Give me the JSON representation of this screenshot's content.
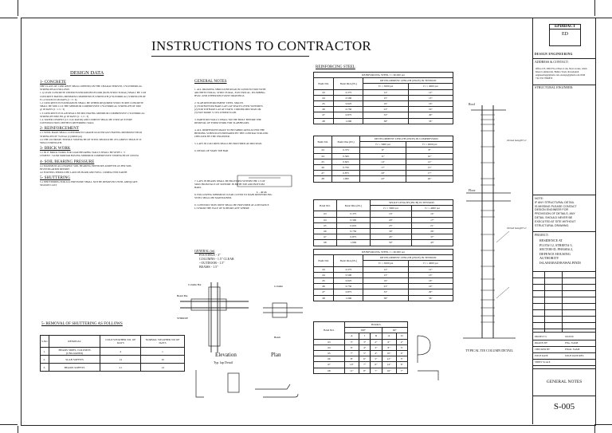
{
  "title": "INSTRUCTIONS TO CONTRACTOR",
  "design_data": {
    "heading": "DESIGN DATA",
    "sections": [
      {
        "title": "1- CONCRETE",
        "lines": [
          "THE CLASS OF CONCRETE SHALL DEPEND ON THE CHARACTERISTIC CYLINDERICAL",
          "STRENGTH AS FOLLOWS",
          "1.1) LEAN CONCRETE UNDER FOUNDATIONS/FLOOR (NON-STRUCTURAL) SHALL BE 1:4:8",
          "CONCRETE HAVING MINIMUM COMPRESSIVE STRENGTH (CYLINDRICAL) STRENGTH OF",
          "Fc=2.50 KSI IN 28 DAYS (1 : 3 : 6)",
          "",
          "1.2 CONCRETE IN FOUNDATION SHALL BE OTHER REQUIRED STRUCTURES CONCRETE",
          "SHALL BE MIX 1:2:4 THE MINIMUM COMPRESSIVE CYLINDRICAL STRENGTH OF 3000",
          "@ 28 DAYS (1 : 1.5 : 3)",
          "",
          "1.3 CONCRETE IN SLAB SHALL BE MIX HAVING MINIMUM COMPRESSIVE CYLINDRICAL",
          "STRENGTH 3000 PSI @ 28 DAYS (1 : 1.5 : 3)",
          "",
          "1.4. WATER CEMENT (1/C 0.45 RATIO) AND CEMENT SHALL BE USED AT EVERY",
          "CONSTRUCTION. DEPTH IS REFERRING WALL"
        ]
      },
      {
        "title": "2- REINFORCEMENT",
        "lines": [
          "2.1 STEEL BARS SHALL CONFORM TO GRADE 60 ASTM A615 HAVING MINIMUM YIELD",
          "STRENGTH OF 75.00 ksi (2 (60000 psi)",
          "",
          "2.2 THE ULTIMATE TENSILE STRENGTH OF STEEL SHOULD BE 25% ABOVE THAN IT IS",
          "YIELD STRENGTH."
        ]
      },
      {
        "title": "3- BRICK WORK",
        "lines": [
          "3.1 IN 9\" BRICK WORK FOR LOAD BEARING WALLS SHALL BE WITH 1 : 5",
          "CEMENT : SAND MORTAR HAVING MINIMUM COMPRESSIVE STRENGTH OF 1000 Psi"
        ]
      },
      {
        "title": "4- SOIL BEARING PRESSURE",
        "lines": [
          "4.1 MAXIMUM ALLOWABLE SOIL BEARING PRESSURE ADOPTED AS PER SOIL",
          "INVESTIGATION REPORT",
          "4.2 FOOTING SHOULD BE LAID ON HARD AND WELL COMPACTED EARTH"
        ]
      },
      {
        "title": "5- SHUTTERING",
        "lines": [
          "5.1 SHUTTERING FOR ALL PRESSURE SHALL NOT BE REMOVED UNTIL ADEQUATE",
          "SEASON CAST"
        ]
      }
    ]
  },
  "general_notes": {
    "heading": "GENERAL NOTES",
    "items": [
      {
        "n": "1.",
        "lines": [
          "ALL DRAWING SHOULD BE READ IN CONJUNCTION WITH",
          "ARCHITECTURAL, STRUCTURAL, ELECTRICAL, PLUMBING,",
          "HVAC AND OTHER RELEVANT DRAWINGS."
        ]
      },
      {
        "n": "2.",
        "lines": [
          "SLAB REINFORCEMENT STEEL SPACES",
          "(1) FOR BOTTOM BARS LAP LAY SPACES OVER SUPPORTS",
          "(2) FOR TOP BARS LAP AT STATIC CORNER MID SPAN OR",
          "(3) NOT MORE % 50% UNDER SLAB."
        ]
      },
      {
        "n": "3.",
        "lines": [
          "PARTITION WALLS SHALL NOT BE BUILT BEFORE THE",
          "REMOVAL OF FORM WORK FOR SLAB/BEAMS."
        ]
      },
      {
        "n": "4.",
        "lines": [
          "ALL DIMENSIONS MAKE TO BE FABRICATED AS PER THE",
          "BENDING SCHEDULES PREPARED BY THE CONTRACTOR AND",
          "CHECKED BY THE ENGINEER."
        ]
      },
      {
        "n": "5.",
        "lines": [
          "LAPS IN COLUMNS SHALL BE PROVIDED AT MID SPAN."
        ]
      },
      {
        "n": "6.",
        "lines": [
          "DETAIL OF MAIN TOP BAR"
        ]
      },
      {
        "n": "7.",
        "lines": [
          "LAPS IN BEAMS SHALL BE PROVIDED WITHIN THE 1/3 OF",
          "SPAN FROM FACE OF SUPPORT IN BOTH TOP AND BOTTOM",
          "BARS."
        ]
      },
      {
        "n": "8.",
        "lines": [
          "FOLLOWING MINIMUM CLEAR COVER TO MAIN REINFORCING",
          "STEEL SHALL BE MAINTAINED."
        ]
      },
      {
        "n": "9.",
        "lines": [
          "CONSTRUCTION JOINT SHALL BE PROVIDED AT A DISTANCE",
          "L/3 FROM THE FACE OF SUPPORT ANY WHERE"
        ]
      }
    ],
    "general_label": "GENERAL (in)",
    "general_lines": [
      "FOOTINGS - 3\"",
      "COLUMNS - 1.5\" CLEAR",
      "- OUTDOOR - 1.5\"",
      "BEAMS - 1.5\""
    ],
    "lap_label": "L - 40 db"
  },
  "removal_table": {
    "heading": "5- REMOVAL OF SHUTTERING AS FOLLOWS",
    "headers": [
      "S.NO",
      "REMOVAL",
      "COLD WEATHER NO. OF DAYS",
      "NORMAL WEATHER NO OF DAYS"
    ],
    "rows": [
      [
        "1.",
        "BEAMS SIDES, COLUMNS (UNLOADED)",
        "4",
        "1"
      ],
      [
        "2.",
        "SLAB SOFFITS",
        "14",
        "10"
      ],
      [
        "3.",
        "BEAMS SOFFITS",
        "21",
        "14"
      ]
    ]
  },
  "reinforcing": {
    "heading": "REINFORCING STEEL",
    "tables": [
      {
        "title": "REINFORCING STEEL f = 60,000 psi",
        "sub": "DEVELOPMENT LENGTH (INCH) IN TENSION",
        "col_a": "f'c = 3000 psi",
        "col_b": "f'c = 4000 psi",
        "rows": [
          [
            "#3",
            "0.375",
            "12\"",
            "12\""
          ],
          [
            "#4",
            "0.500",
            "15\"",
            "13\""
          ],
          [
            "#5",
            "0.625",
            "19\"",
            "16\""
          ],
          [
            "#6",
            "0.750",
            "23\"",
            "19\""
          ],
          [
            "#7",
            "0.875",
            "33\"",
            "29\""
          ],
          [
            "#8",
            "1.000",
            "38\"",
            "33\""
          ]
        ]
      },
      {
        "title": "",
        "sub": "DEVELOPMENT LENGTH (INCH) IN COMPRESSION",
        "col_a": "f'c = 3000 psi",
        "col_b": "f'c = 4000 psi",
        "rows": [
          [
            "#3",
            "0.375",
            "8\"",
            "8\""
          ],
          [
            "#4",
            "0.500",
            "11\"",
            "10\""
          ],
          [
            "#5",
            "0.625",
            "14\"",
            "12\""
          ],
          [
            "#6",
            "0.750",
            "17\"",
            "15\""
          ],
          [
            "#7",
            "0.875",
            "20\"",
            "17\""
          ],
          [
            "#8",
            "1.000",
            "22\"",
            "20\""
          ]
        ]
      },
      {
        "title": "",
        "sub": "SPLICE LENGTH (INCH) IN TENSION",
        "col_a": "f'c = 3000 psi",
        "col_b": "f'c = 4000 psi",
        "rows": [
          [
            "#3",
            "0.375",
            "16\"",
            "14\""
          ],
          [
            "#4",
            "0.500",
            "20\"",
            "17\""
          ],
          [
            "#5",
            "0.625",
            "25\"",
            "21\""
          ],
          [
            "#6",
            "0.750",
            "30\"",
            "26\""
          ],
          [
            "#7",
            "0.875",
            "43\"",
            "37\""
          ],
          [
            "#8",
            "1.000",
            "50\"",
            "43\""
          ]
        ]
      },
      {
        "title": "REINFORCING STEEL f = 60,000 psi",
        "sub": "DEVELOPMENT LENGTH (INCH) IN TENSION",
        "col_a": "f'c = 3000 psi",
        "col_b": "f'c = 4000 psi",
        "rows": [
          [
            "#3",
            "0.375",
            "12\"",
            "12\""
          ],
          [
            "#4",
            "0.500",
            "15\"",
            "13\""
          ],
          [
            "#5",
            "0.625",
            "19\"",
            "16\""
          ],
          [
            "#6",
            "0.750",
            "23\"",
            "19\""
          ],
          [
            "#7",
            "0.875",
            "33\"",
            "29\""
          ],
          [
            "#8",
            "1.000",
            "38\"",
            "33\""
          ]
        ]
      }
    ],
    "bar_header": "BAR NO.",
    "dia_header": "BAR DIA (IN.)"
  },
  "hooks": {
    "title": "HOOKS",
    "h180": "180°",
    "h90": "90°",
    "cols": [
      "A",
      "J",
      "D",
      "A",
      "D"
    ],
    "rows": [
      [
        "#3",
        "5\"",
        "3\"",
        "2\"",
        "6\"",
        "2\""
      ],
      [
        "#4",
        "6\"",
        "4\"",
        "3\"",
        "8\"",
        "3\""
      ],
      [
        "#5",
        "7\"",
        "5\"",
        "4\"",
        "10\"",
        "4\""
      ],
      [
        "#6",
        "8\"",
        "6\"",
        "5\"",
        "12\"",
        "5\""
      ],
      [
        "#7",
        "10\"",
        "7\"",
        "6\"",
        "14\"",
        "6\""
      ],
      [
        "#8",
        "11\"",
        "8\"",
        "7\"",
        "16\"",
        "7\""
      ]
    ]
  },
  "drawings": {
    "elevation": "Elevation",
    "plan": "Plan",
    "lap_detail": "Typ. lap Detail",
    "column_detail": "TYPICAL TIE COLUMN DETAIL",
    "roof": "Roof",
    "floor": "Floor",
    "tie_label": "Z# tied bars@9\"c/c",
    "labels": {
      "beam_bar": "Beam Bar",
      "column_bar": "Column Bar",
      "column": "Column",
      "stirrup": "STIRRUP",
      "beam": "Beam"
    }
  },
  "title_block": {
    "logo_name": "EPDIDACT",
    "logo_sub": "DESIGN ENGINEERING",
    "address_label": "ADDRESS & CONTACT:",
    "address": [
      "Office # 8, 2ND Floor Plaza # 4A, Near arcade, Alam",
      "Khan Commercial, Bahria Town, Rawalpindi",
      "engineering@gmail.com, eirengs@gmail.com 0346",
      "+92 333 7836879"
    ],
    "engineer_label": "STRUCTURAL ENGINEER:",
    "note_lines": [
      "NOTE:",
      "IF ANY STRUCTURAL DETAIL",
      "IS MISSING PLEASE CONTACT",
      "DESIGN ENGINEER FOR",
      "PROVISION OF DETAILS. ANY",
      "DETAIL SHOULD NEVER BE",
      "EXECUTED AT SITE WITHOUT",
      "STRUCTURAL DRAWING."
    ],
    "project_label": "PROJECT:",
    "project_lines": [
      "RESIDENCE AT",
      "PLOT# 12, STREET# 3,",
      "SECTOR-D, PHASE# 2,",
      "DEFENCE HOUSING",
      "AUTHORITY",
      "ISLAMABAD/RAWALPINDI"
    ],
    "meta": [
      [
        "PROJECT #",
        "XXXXX"
      ],
      [
        "DRAWN BY",
        "ENG. NAME"
      ],
      [
        "CHECKED BY",
        "ENGR. NAME"
      ],
      [
        "ISSUE DATE",
        "ISSUE DATE/REV."
      ],
      [
        "SHEET SCALE",
        ""
      ]
    ],
    "sheet_title": "GENERAL NOTES",
    "sheet_no": "S-005"
  }
}
